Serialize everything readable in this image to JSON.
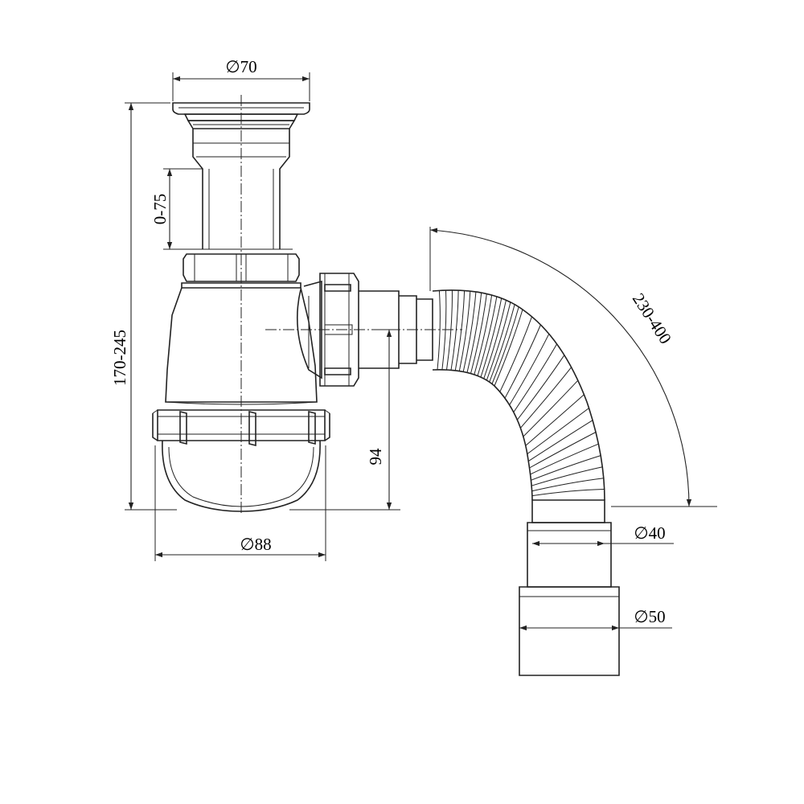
{
  "dimensions": {
    "top_diameter": "∅70",
    "height_range": "170-245",
    "outlet_height": "0-75",
    "hose_length": "230-400",
    "trap_diameter": "∅88",
    "outlet_center_height": "94",
    "outlet_diameter_small": "∅40",
    "outlet_diameter_large": "∅50"
  }
}
